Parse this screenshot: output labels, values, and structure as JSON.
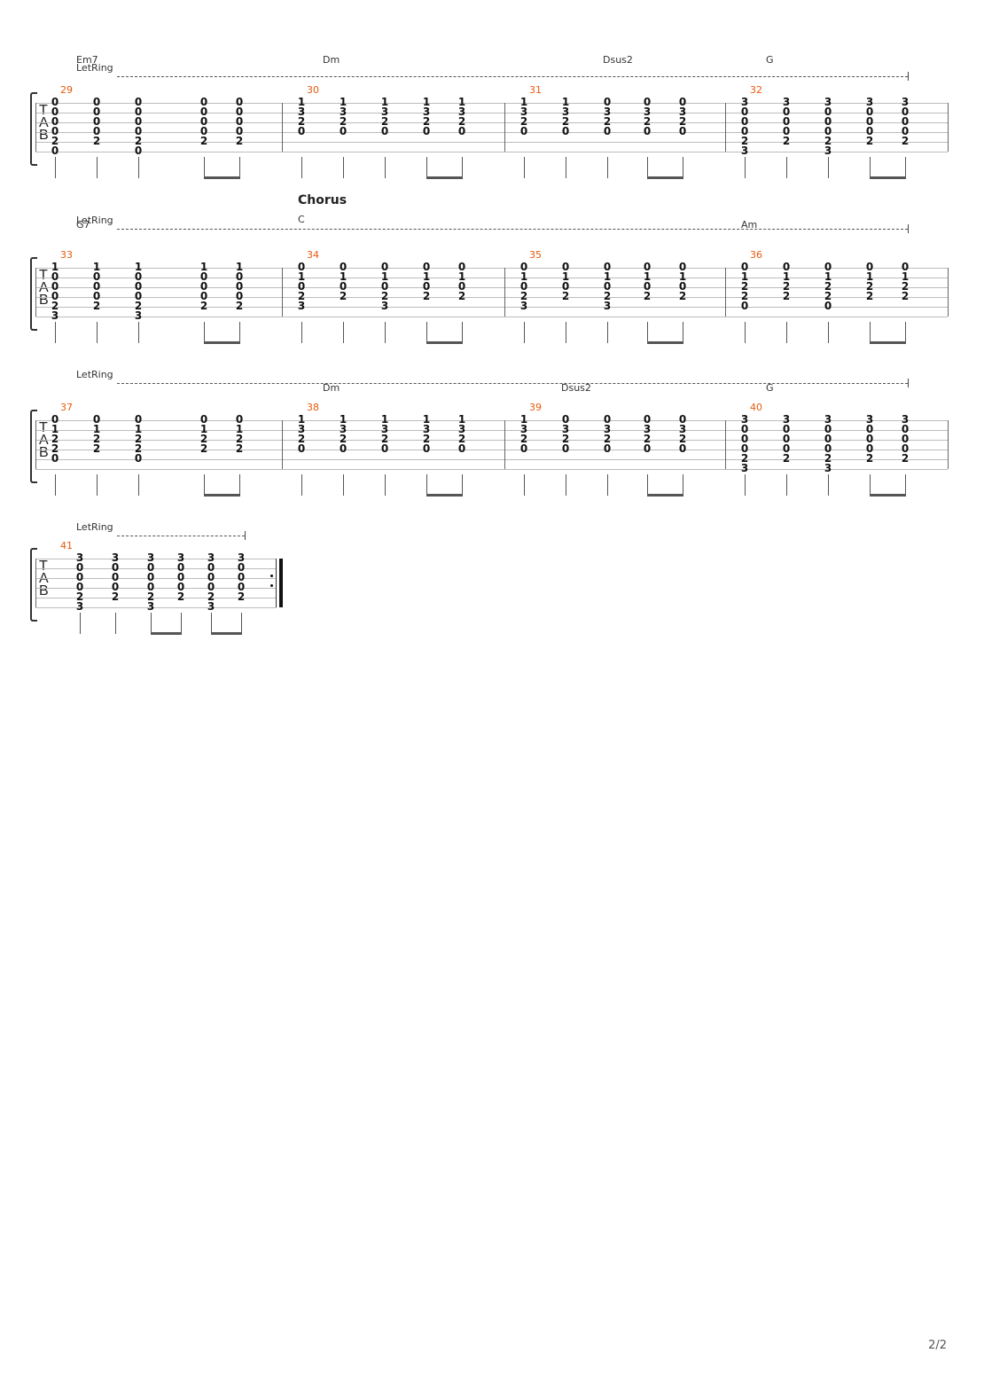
{
  "page_number": "2/2",
  "tab_label": [
    "T",
    "A",
    "B"
  ],
  "let_ring_label": "LetRing",
  "systems": [
    {
      "section": "",
      "section_chord": "",
      "measures": [
        {
          "number": "29",
          "chord": "Em7",
          "beats": [
            [
              "0",
              "0",
              "0",
              "0",
              "2",
              "0"
            ],
            [
              "0",
              "0",
              "0",
              "0",
              "2",
              ""
            ],
            [
              "0",
              "0",
              "0",
              "0",
              "2",
              "0"
            ],
            [
              "0",
              "0",
              "0",
              "0",
              "2",
              ""
            ],
            [
              "0",
              "0",
              "0",
              "0",
              "2",
              ""
            ]
          ]
        },
        {
          "number": "30",
          "chord": "Dm",
          "beats": [
            [
              "1",
              "3",
              "2",
              "0",
              "",
              ""
            ],
            [
              "1",
              "3",
              "2",
              "0",
              "",
              ""
            ],
            [
              "1",
              "3",
              "2",
              "0",
              "",
              ""
            ],
            [
              "1",
              "3",
              "2",
              "0",
              "",
              ""
            ],
            [
              "1",
              "3",
              "2",
              "0",
              "",
              ""
            ]
          ]
        },
        {
          "number": "31",
          "chord": "Dsus2",
          "beats": [
            [
              "1",
              "3",
              "2",
              "0",
              "",
              ""
            ],
            [
              "1",
              "3",
              "2",
              "0",
              "",
              ""
            ],
            [
              "0",
              "3",
              "2",
              "0",
              "",
              ""
            ],
            [
              "0",
              "3",
              "2",
              "0",
              "",
              ""
            ],
            [
              "0",
              "3",
              "2",
              "0",
              "",
              ""
            ]
          ]
        },
        {
          "number": "32",
          "chord": "G",
          "beats": [
            [
              "3",
              "0",
              "0",
              "0",
              "2",
              "3"
            ],
            [
              "3",
              "0",
              "0",
              "0",
              "2",
              ""
            ],
            [
              "3",
              "0",
              "0",
              "0",
              "2",
              "3"
            ],
            [
              "3",
              "0",
              "0",
              "0",
              "2",
              ""
            ],
            [
              "3",
              "0",
              "0",
              "0",
              "2",
              ""
            ]
          ]
        }
      ]
    },
    {
      "section": "Chorus",
      "section_chord": "C",
      "measures": [
        {
          "number": "33",
          "chord": "G7",
          "beats": [
            [
              "1",
              "0",
              "0",
              "0",
              "2",
              "3"
            ],
            [
              "1",
              "0",
              "0",
              "0",
              "2",
              ""
            ],
            [
              "1",
              "0",
              "0",
              "0",
              "2",
              "3"
            ],
            [
              "1",
              "0",
              "0",
              "0",
              "2",
              ""
            ],
            [
              "1",
              "0",
              "0",
              "0",
              "2",
              ""
            ]
          ]
        },
        {
          "number": "34",
          "chord": "",
          "beats": [
            [
              "0",
              "1",
              "0",
              "2",
              "3",
              ""
            ],
            [
              "0",
              "1",
              "0",
              "2",
              "",
              ""
            ],
            [
              "0",
              "1",
              "0",
              "2",
              "3",
              ""
            ],
            [
              "0",
              "1",
              "0",
              "2",
              "",
              ""
            ],
            [
              "0",
              "1",
              "0",
              "2",
              "",
              ""
            ]
          ]
        },
        {
          "number": "35",
          "chord": "",
          "beats": [
            [
              "0",
              "1",
              "0",
              "2",
              "3",
              ""
            ],
            [
              "0",
              "1",
              "0",
              "2",
              "",
              ""
            ],
            [
              "0",
              "1",
              "0",
              "2",
              "3",
              ""
            ],
            [
              "0",
              "1",
              "0",
              "2",
              "",
              ""
            ],
            [
              "0",
              "1",
              "0",
              "2",
              "",
              ""
            ]
          ]
        },
        {
          "number": "36",
          "chord": "Am",
          "beats": [
            [
              "0",
              "1",
              "2",
              "2",
              "0",
              ""
            ],
            [
              "0",
              "1",
              "2",
              "2",
              "",
              ""
            ],
            [
              "0",
              "1",
              "2",
              "2",
              "0",
              ""
            ],
            [
              "0",
              "1",
              "2",
              "2",
              "",
              ""
            ],
            [
              "0",
              "1",
              "2",
              "2",
              "",
              ""
            ]
          ]
        }
      ]
    },
    {
      "section": "",
      "section_chord": "",
      "measures": [
        {
          "number": "37",
          "chord": "",
          "beats": [
            [
              "0",
              "1",
              "2",
              "2",
              "0",
              ""
            ],
            [
              "0",
              "1",
              "2",
              "2",
              "",
              ""
            ],
            [
              "0",
              "1",
              "2",
              "2",
              "0",
              ""
            ],
            [
              "0",
              "1",
              "2",
              "2",
              "",
              ""
            ],
            [
              "0",
              "1",
              "2",
              "2",
              "",
              ""
            ]
          ]
        },
        {
          "number": "38",
          "chord": "Dm",
          "beats": [
            [
              "1",
              "3",
              "2",
              "0",
              "",
              ""
            ],
            [
              "1",
              "3",
              "2",
              "0",
              "",
              ""
            ],
            [
              "1",
              "3",
              "2",
              "0",
              "",
              ""
            ],
            [
              "1",
              "3",
              "2",
              "0",
              "",
              ""
            ],
            [
              "1",
              "3",
              "2",
              "0",
              "",
              ""
            ]
          ]
        },
        {
          "number": "39",
          "chord": "Dsus2",
          "beats": [
            [
              "1",
              "3",
              "2",
              "0",
              "",
              ""
            ],
            [
              "0",
              "3",
              "2",
              "0",
              "",
              ""
            ],
            [
              "0",
              "3",
              "2",
              "0",
              "",
              ""
            ],
            [
              "0",
              "3",
              "2",
              "0",
              "",
              ""
            ],
            [
              "0",
              "3",
              "2",
              "0",
              "",
              ""
            ]
          ]
        },
        {
          "number": "40",
          "chord": "G",
          "beats": [
            [
              "3",
              "0",
              "0",
              "0",
              "2",
              "3"
            ],
            [
              "3",
              "0",
              "0",
              "0",
              "2",
              ""
            ],
            [
              "3",
              "0",
              "0",
              "0",
              "2",
              "3"
            ],
            [
              "3",
              "0",
              "0",
              "0",
              "2",
              ""
            ],
            [
              "3",
              "0",
              "0",
              "0",
              "2",
              ""
            ]
          ]
        }
      ]
    },
    {
      "section": "",
      "section_chord": "",
      "measures": [
        {
          "number": "41",
          "chord": "",
          "beats": [
            [
              "3",
              "0",
              "0",
              "0",
              "2",
              "3"
            ],
            [
              "3",
              "0",
              "0",
              "0",
              "2",
              ""
            ],
            [
              "3",
              "0",
              "0",
              "0",
              "2",
              "3"
            ],
            [
              "3",
              "0",
              "0",
              "0",
              "2",
              ""
            ],
            [
              "3",
              "0",
              "0",
              "0",
              "2",
              "3"
            ],
            [
              "3",
              "0",
              "0",
              "0",
              "2",
              ""
            ]
          ]
        }
      ]
    }
  ]
}
